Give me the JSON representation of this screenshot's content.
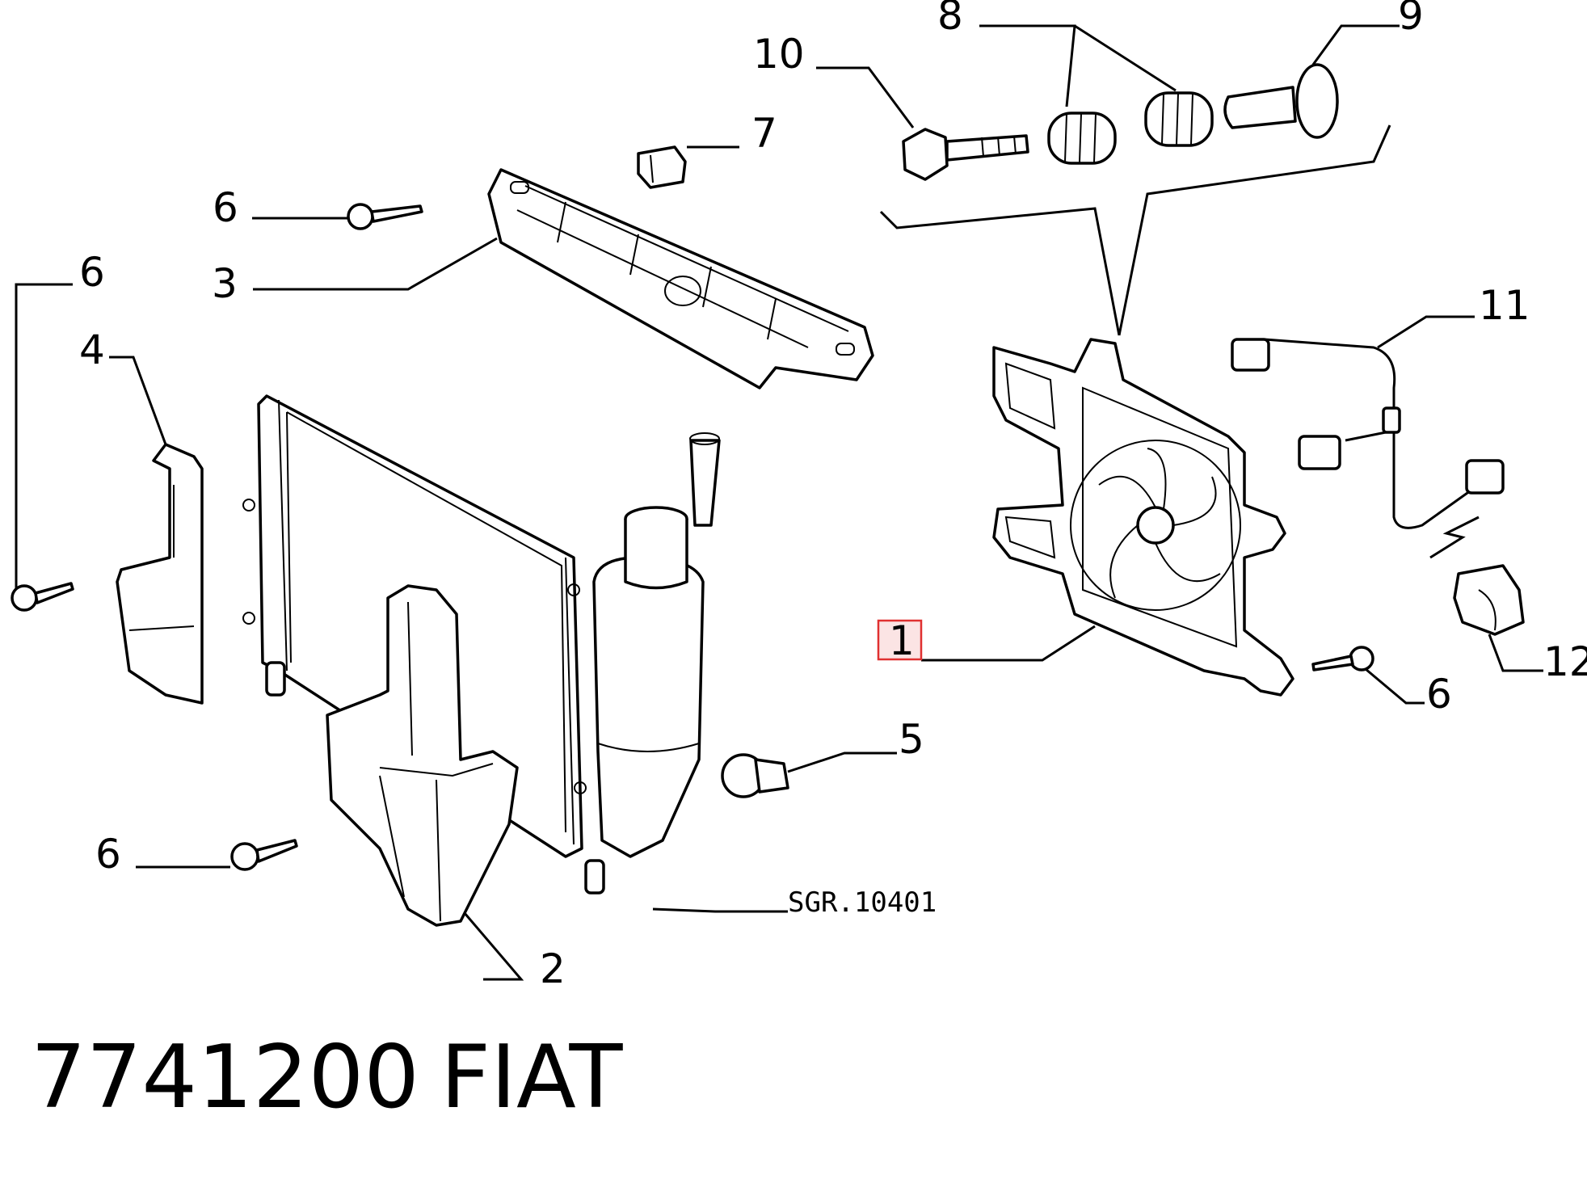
{
  "diagram": {
    "callouts": {
      "c1": "1",
      "c2": "2",
      "c3": "3",
      "c4": "4",
      "c5": "5",
      "c6a": "6",
      "c6b": "6",
      "c6c": "6",
      "c6d": "6",
      "c7": "7",
      "c8": "8",
      "c9": "9",
      "c10": "10",
      "c11": "11",
      "c12": "12"
    },
    "highlighted_callout": "1",
    "highlight_color": "#e03030",
    "reference_code": "SGR.10401"
  },
  "footer": {
    "part_number": "7741200",
    "brand": "FIAT"
  }
}
